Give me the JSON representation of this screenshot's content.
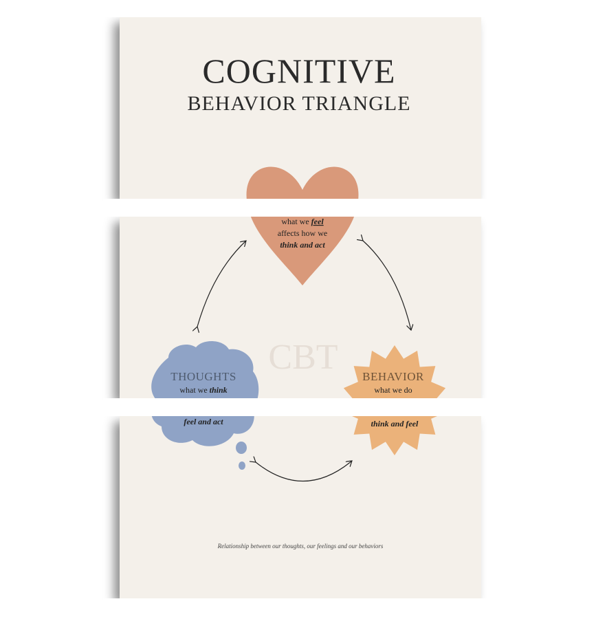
{
  "title": {
    "line1": "COGNITIVE",
    "line2": "BEHAVIOR TRIANGLE"
  },
  "center_label": "CBT",
  "feelings": {
    "line1_prefix": "what we ",
    "line1_emph": "feel",
    "line2": "affects how we",
    "line3": "think and act",
    "color": "#d9997a"
  },
  "thoughts": {
    "heading": "THOUGHTS",
    "line1_prefix": "what we ",
    "line1_emph": "think",
    "line3": "feel and act",
    "color": "#8fa3c6"
  },
  "behavior": {
    "heading": "BEHAVIOR",
    "line1": "what we do",
    "line3": "think and feel",
    "color": "#ebb27a"
  },
  "caption": "Relationship between our thoughts, our feelings and our behaviors",
  "colors": {
    "canvas": "#f4f0ea",
    "ink": "#2a2a2a"
  }
}
